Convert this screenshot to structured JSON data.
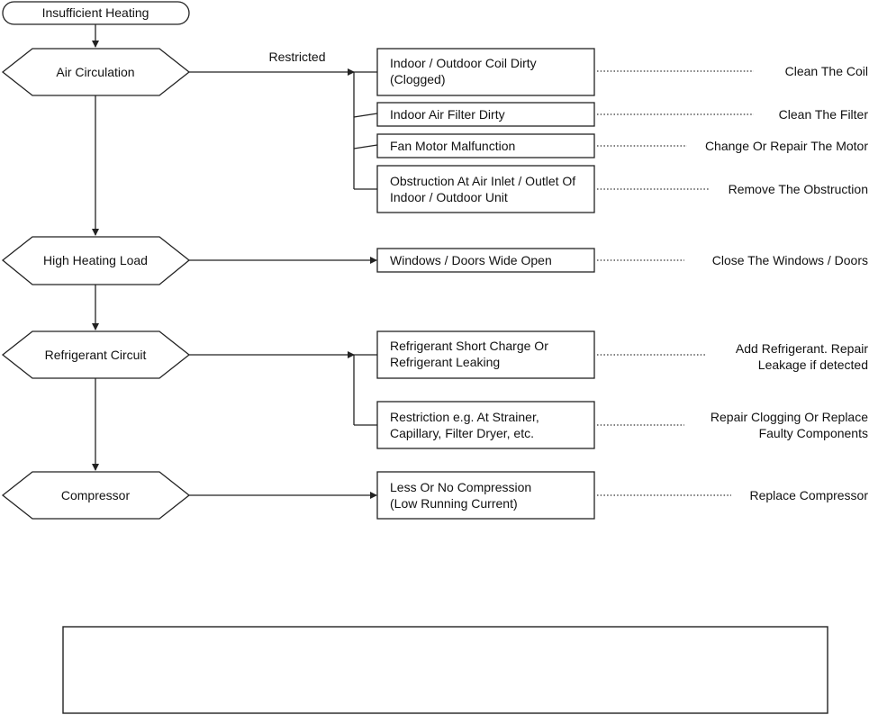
{
  "start": "Insufficient Heating",
  "causes": {
    "air": "Air Circulation",
    "load": "High Heating Load",
    "refrigerant": "Refrigerant Circuit",
    "compressor": "Compressor"
  },
  "restricted_label": "Restricted",
  "checks": {
    "coil": [
      "Indoor / Outdoor Coil Dirty",
      "(Clogged)"
    ],
    "filter": [
      "Indoor Air Filter Dirty"
    ],
    "fan": [
      "Fan Motor Malfunction"
    ],
    "obstruction": [
      "Obstruction At Air Inlet / Outlet Of",
      "Indoor / Outdoor Unit"
    ],
    "windows": [
      "Windows / Doors Wide Open"
    ],
    "short_charge": [
      "Refrigerant Short Charge Or",
      "Refrigerant Leaking"
    ],
    "restriction": [
      "Restriction e.g. At Strainer,",
      "Capillary, Filter Dryer, etc."
    ],
    "compression": [
      "Less Or No Compression",
      "(Low Running Current)"
    ]
  },
  "remedies": {
    "coil": [
      "Clean The Coil"
    ],
    "filter": [
      "Clean The Filter"
    ],
    "fan": [
      "Change Or Repair The Motor"
    ],
    "obstruction": [
      "Remove The Obstruction"
    ],
    "windows": [
      "Close The Windows / Doors"
    ],
    "short_charge": [
      "Add Refrigerant. Repair",
      "Leakage if detected"
    ],
    "restriction": [
      "Repair Clogging Or Replace",
      "Faulty Components"
    ],
    "compression": [
      "Replace Compressor"
    ]
  }
}
